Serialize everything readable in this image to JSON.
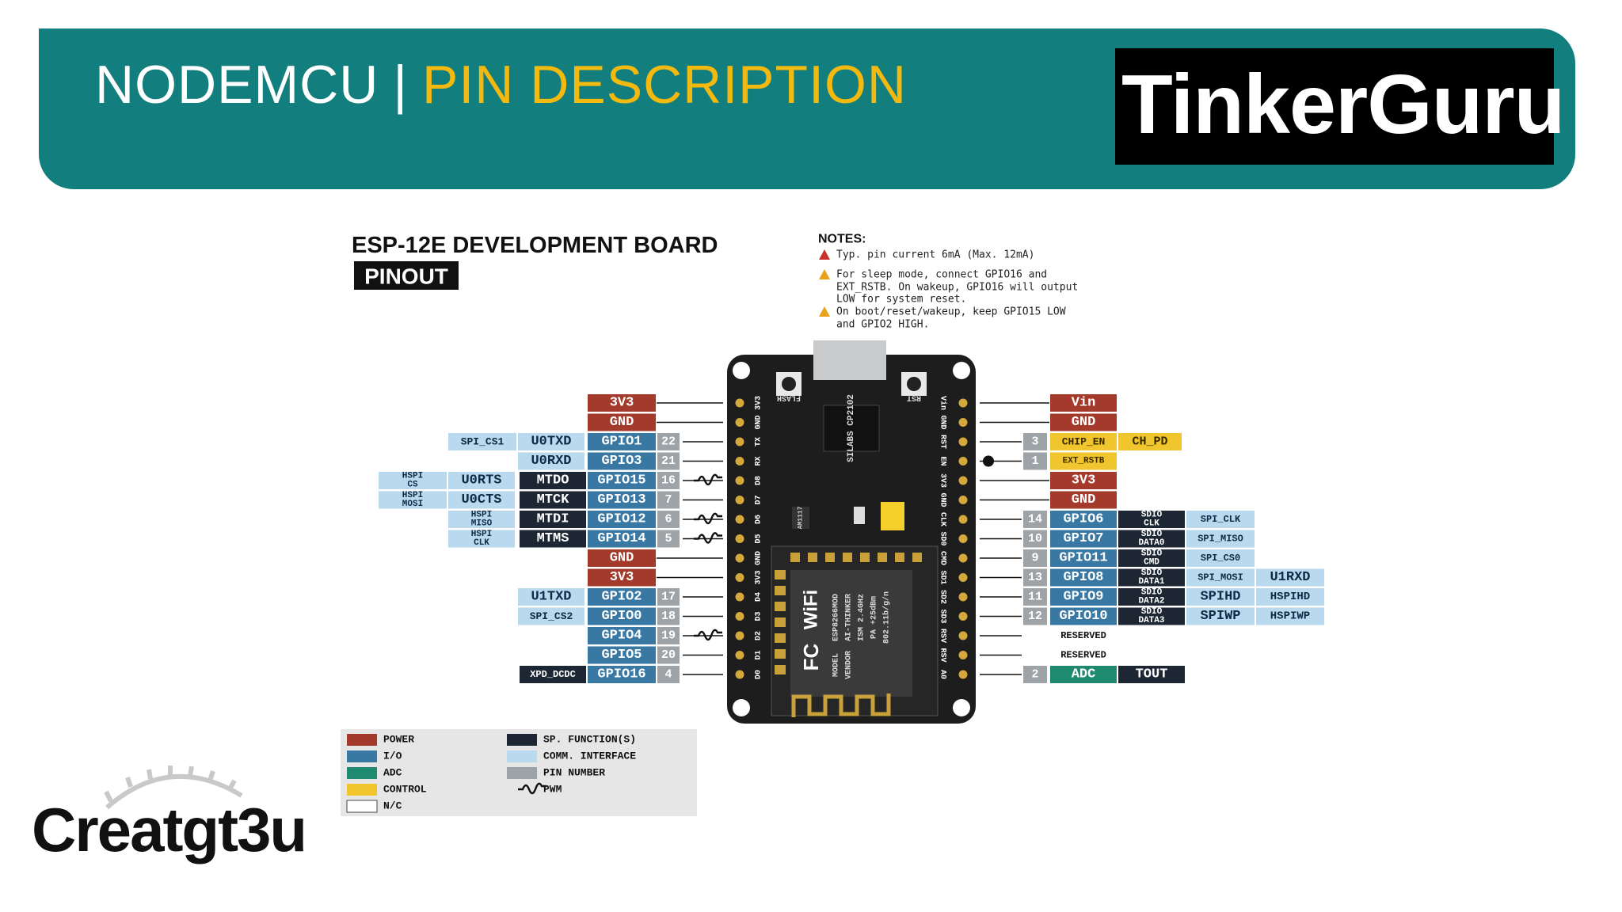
{
  "slide": {
    "title_main": "NODEMCU",
    "title_separator": "|",
    "title_highlight": "PIN DESCRIPTION",
    "logo_top_text": "TinkerGuru",
    "logo_bottom_text": "Creatgt3u"
  },
  "board": {
    "heading": "ESP-12E DEVELOPMENT BOARD",
    "pinout_tag": "PINOUT",
    "notes_title": "NOTES:",
    "notes": [
      "Typ. pin current 6mA (Max. 12mA)",
      "For sleep mode, connect GPIO16 and",
      "EXT_RSTB. On wakeup, GPIO16 will output",
      "LOW for system reset.",
      "On boot/reset/wakeup, keep GPIO15 LOW",
      "and GPIO2 HIGH."
    ],
    "left_header_labels": [
      "3V3",
      "GND",
      "TX",
      "RX",
      "D8",
      "D7",
      "D6",
      "D5",
      "GND",
      "3V3",
      "D4",
      "D3",
      "D2",
      "D1",
      "D0"
    ],
    "right_header_labels": [
      "Vin",
      "GND",
      "RST",
      "EN",
      "3V3",
      "GND",
      "CLK",
      "SD0",
      "CMD",
      "SD1",
      "SD2",
      "SD3",
      "RSV",
      "RSV",
      "A0"
    ],
    "buttons": {
      "flash": "FLASH",
      "reset": "RST"
    },
    "chip_label": "SILABS CP2102",
    "regulator_label": "AM1117",
    "module_text": [
      "ESP8266MOD",
      "AI-THINKER",
      "ISM 2.4GHz",
      "PA +25dBm",
      "802.11b/g/n"
    ],
    "module_side_text": [
      "MODEL",
      "VENDOR"
    ],
    "wifi_text": "WiFi",
    "fc_text": "FC"
  },
  "left_rows": [
    {
      "pin": "3V3",
      "type": "power"
    },
    {
      "pin": "GND",
      "type": "power"
    },
    {
      "pin": "GPIO1",
      "num": "22",
      "comm": "U0TXD",
      "sp": "",
      "ext": "SPI_CS1",
      "pwm": false
    },
    {
      "pin": "GPIO3",
      "num": "21",
      "comm": "U0RXD",
      "sp": "",
      "ext": "",
      "pwm": false
    },
    {
      "pin": "GPIO15",
      "num": "16",
      "comm": "U0RTS",
      "sp": "MTDO",
      "ext": "HSPI CS",
      "pwm": true
    },
    {
      "pin": "GPIO13",
      "num": "7",
      "comm": "U0CTS",
      "sp": "MTCK",
      "ext": "HSPI MOSI",
      "pwm": false
    },
    {
      "pin": "GPIO12",
      "num": "6",
      "comm": "HSPI MISO",
      "sp": "MTDI",
      "ext": "",
      "pwm": true
    },
    {
      "pin": "GPIO14",
      "num": "5",
      "comm": "HSPI CLK",
      "sp": "MTMS",
      "ext": "",
      "pwm": true
    },
    {
      "pin": "GND",
      "type": "power"
    },
    {
      "pin": "3V3",
      "type": "power"
    },
    {
      "pin": "GPIO2",
      "num": "17",
      "comm": "U1TXD",
      "sp": "",
      "ext": "",
      "pwm": false
    },
    {
      "pin": "GPIO0",
      "num": "18",
      "comm": "SPI_CS2",
      "sp": "",
      "ext": "",
      "pwm": false
    },
    {
      "pin": "GPIO4",
      "num": "19",
      "comm": "",
      "sp": "",
      "ext": "",
      "pwm": true
    },
    {
      "pin": "GPIO5",
      "num": "20",
      "comm": "",
      "sp": "",
      "ext": "",
      "pwm": false
    },
    {
      "pin": "GPIO16",
      "num": "4",
      "comm": "",
      "sp": "XPD_DCDC",
      "ext": "",
      "pwm": false
    }
  ],
  "right_rows": [
    {
      "pin": "Vin",
      "type": "power"
    },
    {
      "pin": "GND",
      "type": "power"
    },
    {
      "pin": "CHIP_EN",
      "num": "3",
      "type": "control",
      "extra": "CH_PD"
    },
    {
      "pin": "EXT_RSTB",
      "num": "1",
      "type": "control",
      "dot": true
    },
    {
      "pin": "3V3",
      "type": "power"
    },
    {
      "pin": "GND",
      "type": "power"
    },
    {
      "pin": "GPIO6",
      "num": "14",
      "sp": "SDIO CLK",
      "comm": "SPI_CLK",
      "comm2": ""
    },
    {
      "pin": "GPIO7",
      "num": "10",
      "sp": "SDIO DATA0",
      "comm": "SPI_MISO",
      "comm2": ""
    },
    {
      "pin": "GPIO11",
      "num": "9",
      "sp": "SDIO CMD",
      "comm": "SPI_CS0",
      "comm2": ""
    },
    {
      "pin": "GPIO8",
      "num": "13",
      "sp": "SDIO DATA1",
      "comm": "SPI_MOSI",
      "comm2": "U1RXD"
    },
    {
      "pin": "GPIO9",
      "num": "11",
      "sp": "SDIO DATA2",
      "comm": "SPIHD",
      "comm2": "HSPIHD"
    },
    {
      "pin": "GPIO10",
      "num": "12",
      "sp": "SDIO DATA3",
      "comm": "SPIWP",
      "comm2": "HSPIWP"
    },
    {
      "pin": "RESERVED",
      "type": "reserved"
    },
    {
      "pin": "RESERVED",
      "type": "reserved"
    },
    {
      "pin": "ADC",
      "num": "2",
      "type": "adc",
      "extra": "TOUT"
    }
  ],
  "legend": [
    {
      "label": "POWER",
      "color": "#a33a2b",
      "kind": "swatch"
    },
    {
      "label": "I/O",
      "color": "#3a78a4",
      "kind": "swatch"
    },
    {
      "label": "ADC",
      "color": "#1f8a70",
      "kind": "swatch"
    },
    {
      "label": "CONTROL",
      "color": "#f0c52d",
      "kind": "swatch"
    },
    {
      "label": "N/C",
      "color": "#ffffff",
      "kind": "swatch"
    },
    {
      "label": "SP. FUNCTION(S)",
      "color": "#1c2733",
      "kind": "swatch"
    },
    {
      "label": "COMM. INTERFACE",
      "color": "#b9d9ef",
      "kind": "swatch"
    },
    {
      "label": "PIN NUMBER",
      "color": "#9ea3a8",
      "kind": "swatch"
    },
    {
      "label": "PWM",
      "color": "#111111",
      "kind": "pwm"
    }
  ],
  "colors": {
    "header_bg": "#127f7e",
    "title_highlight": "#f3b90f",
    "power": "#a33a2b",
    "io": "#3a78a4",
    "adc": "#1f8a70",
    "control": "#f0c52d",
    "sp_function": "#1c2733",
    "comm_interface": "#b9d9ef",
    "pin_number": "#9ea3a8",
    "board": "#1d1d1d"
  }
}
